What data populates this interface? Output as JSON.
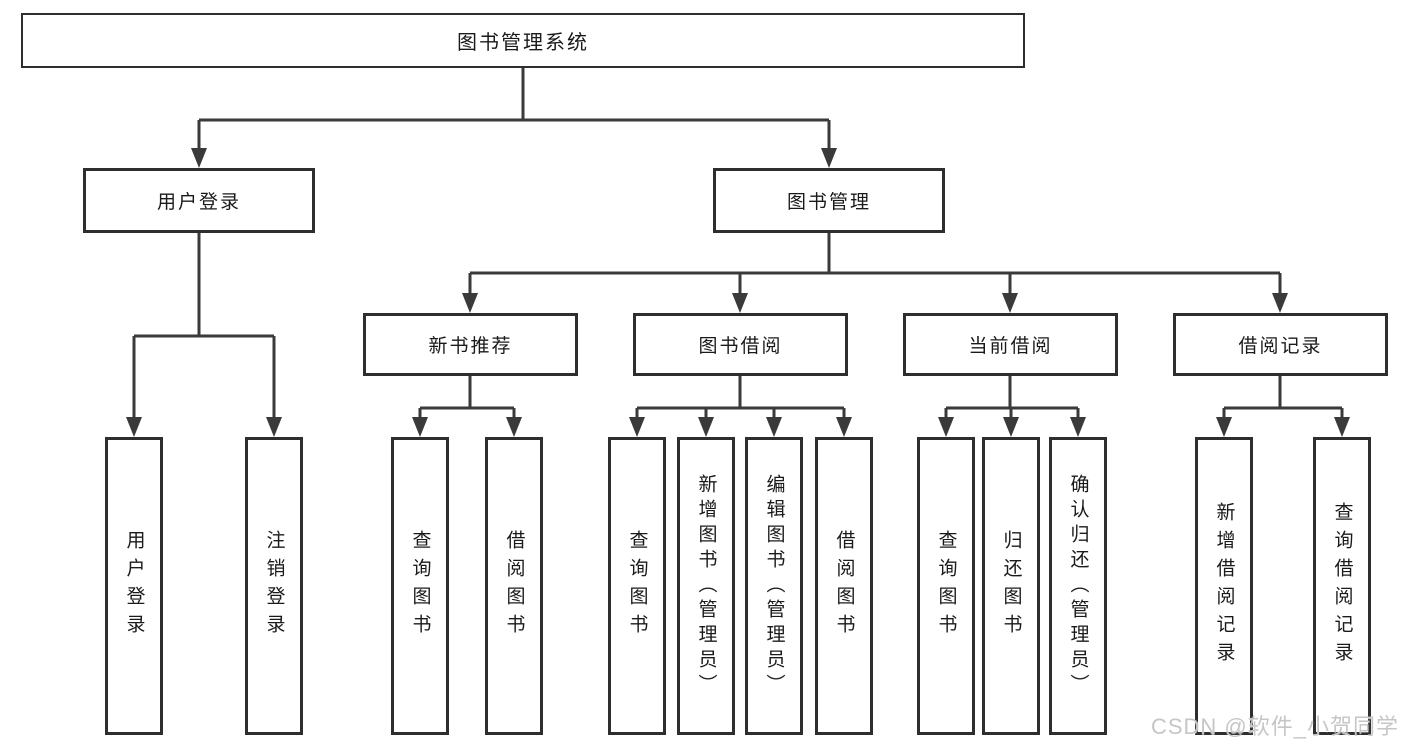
{
  "diagram": {
    "type": "hierarchy",
    "tree": {
      "root": {
        "label": "图书管理系统"
      },
      "branches": [
        {
          "label": "用户登录",
          "children": [
            {
              "label": "用户登录"
            },
            {
              "label": "注销登录"
            }
          ]
        },
        {
          "label": "图书管理",
          "groups": [
            {
              "label": "新书推荐",
              "children": [
                {
                  "label": "查询图书"
                },
                {
                  "label": "借阅图书"
                }
              ]
            },
            {
              "label": "图书借阅",
              "children": [
                {
                  "label": "查询图书"
                },
                {
                  "label": "新增图书（管理员）"
                },
                {
                  "label": "编辑图书（管理员）"
                },
                {
                  "label": "借阅图书"
                }
              ]
            },
            {
              "label": "当前借阅",
              "children": [
                {
                  "label": "查询图书"
                },
                {
                  "label": "归还图书"
                },
                {
                  "label": "确认归还（管理员）"
                }
              ]
            },
            {
              "label": "借阅记录",
              "children": [
                {
                  "label": "新增借阅记录"
                },
                {
                  "label": "查询借阅记录"
                }
              ]
            }
          ]
        }
      ]
    }
  },
  "watermark": "CSDN @软件_小贺同学",
  "colors": {
    "line": "#3a3a3a",
    "box_border": "#2e2e2e",
    "box_fill": "#ffffff",
    "text": "#1a1a1a",
    "watermark": "#c6c6c6"
  }
}
